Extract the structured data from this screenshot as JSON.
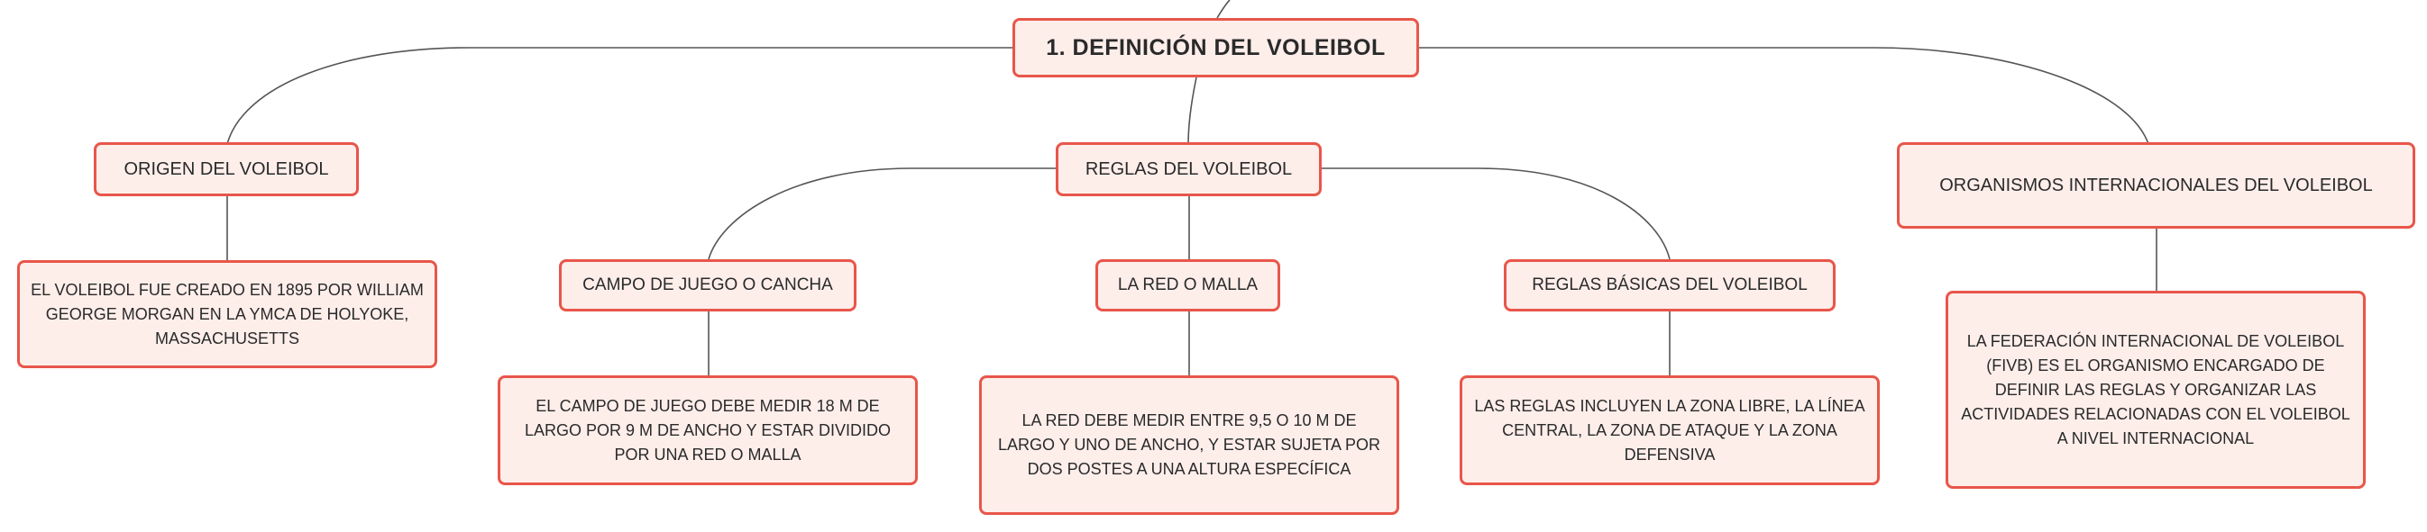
{
  "colors": {
    "accent": "#e8564a",
    "node_fill": "#fdeeea",
    "line": "#555555"
  },
  "root": {
    "title": "1. DEFINICIÓN DEL VOLEIBOL"
  },
  "branches": {
    "origin": {
      "label": "ORIGEN DEL VOLEIBOL",
      "detail": "EL VOLEIBOL FUE CREADO EN 1895 POR WILLIAM GEORGE MORGAN EN LA YMCA DE HOLYOKE, MASSACHUSETTS"
    },
    "rules": {
      "label": "REGLAS DEL VOLEIBOL",
      "children": {
        "court": {
          "label": "CAMPO DE JUEGO O CANCHA",
          "detail": "EL CAMPO DE JUEGO DEBE MEDIR 18 M DE LARGO POR 9 M DE ANCHO Y ESTAR DIVIDIDO POR UNA RED O MALLA"
        },
        "net": {
          "label": "LA RED O MALLA",
          "detail": "LA RED DEBE MEDIR ENTRE 9,5 O 10 M DE LARGO Y UNO DE ANCHO, Y ESTAR SUJETA POR DOS POSTES A UNA ALTURA ESPECÍFICA"
        },
        "basic": {
          "label": "REGLAS BÁSICAS DEL VOLEIBOL",
          "detail": "LAS REGLAS INCLUYEN LA ZONA LIBRE, LA LÍNEA CENTRAL, LA ZONA DE ATAQUE Y LA ZONA DEFENSIVA"
        }
      }
    },
    "organizations": {
      "label": "ORGANISMOS INTERNACIONALES DEL VOLEIBOL",
      "detail": "LA FEDERACIÓN INTERNACIONAL DE VOLEIBOL (FIVB) ES EL ORGANISMO ENCARGADO DE DEFINIR LAS REGLAS Y ORGANIZAR LAS ACTIVIDADES RELACIONADAS CON EL VOLEIBOL A NIVEL INTERNACIONAL"
    }
  }
}
